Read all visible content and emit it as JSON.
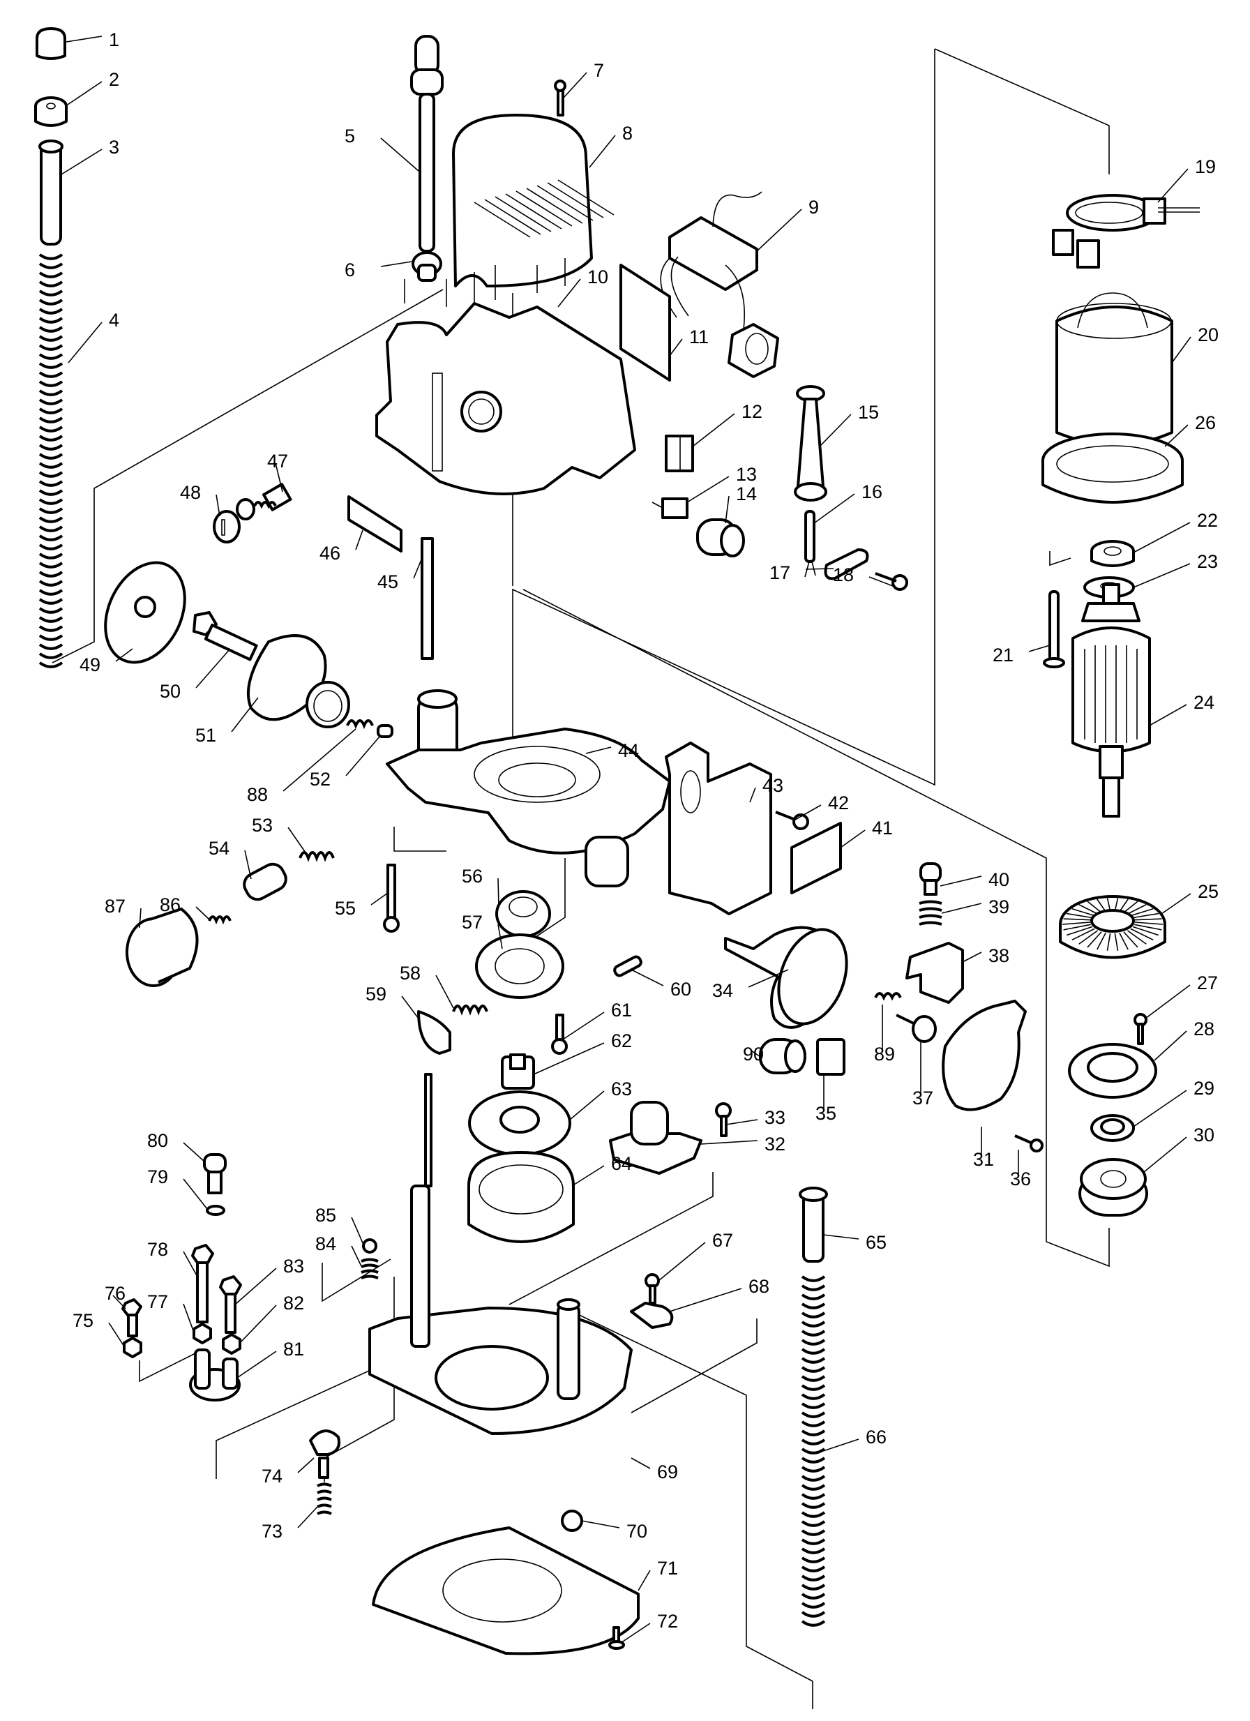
{
  "diagram": {
    "type": "exploded-parts-diagram",
    "background": "#ffffff",
    "line_color": "#000000",
    "parts": [
      {
        "no": "1",
        "shape": "cap"
      },
      {
        "no": "2",
        "shape": "knurled-nut"
      },
      {
        "no": "3",
        "shape": "pipe"
      },
      {
        "no": "4",
        "shape": "long-spring"
      },
      {
        "no": "5",
        "shape": "threaded-rod-with-knob"
      },
      {
        "no": "6",
        "shape": "bushing"
      },
      {
        "no": "7",
        "shape": "screw"
      },
      {
        "no": "8",
        "shape": "top-cover-with-vents"
      },
      {
        "no": "9",
        "shape": "controller-with-wires"
      },
      {
        "no": "10",
        "shape": "motor-housing"
      },
      {
        "no": "11",
        "shape": "label-plate"
      },
      {
        "no": "12",
        "shape": "terminal-block"
      },
      {
        "no": "13",
        "shape": "noise-suppressor"
      },
      {
        "no": "14",
        "shape": "ferrite-core"
      },
      {
        "no": "15",
        "shape": "cord-guard"
      },
      {
        "no": "16",
        "shape": "cord"
      },
      {
        "no": "17",
        "shape": "strain-relief"
      },
      {
        "no": "18",
        "shape": "screw"
      },
      {
        "no": "19",
        "shape": "brush-holder"
      },
      {
        "no": "20",
        "shape": "field-stator"
      },
      {
        "no": "21",
        "shape": "long-screw"
      },
      {
        "no": "22",
        "shape": "ball-bearing"
      },
      {
        "no": "23",
        "shape": "bearing-retainer"
      },
      {
        "no": "24",
        "shape": "armature"
      },
      {
        "no": "25",
        "shape": "fan"
      },
      {
        "no": "26",
        "shape": "baffle-plate"
      },
      {
        "no": "27",
        "shape": "screw"
      },
      {
        "no": "28",
        "shape": "bearing-retainer-plate"
      },
      {
        "no": "29",
        "shape": "washer"
      },
      {
        "no": "30",
        "shape": "ball-bearing"
      },
      {
        "no": "31",
        "shape": "switch-cover"
      },
      {
        "no": "32",
        "shape": "flange-boss"
      },
      {
        "no": "33",
        "shape": "screw"
      },
      {
        "no": "34",
        "shape": "handle-section"
      },
      {
        "no": "35",
        "shape": "switch"
      },
      {
        "no": "36",
        "shape": "screw"
      },
      {
        "no": "37",
        "shape": "screw-with-washer"
      },
      {
        "no": "38",
        "shape": "switch-lever"
      },
      {
        "no": "39",
        "shape": "spring"
      },
      {
        "no": "40",
        "shape": "lock-button"
      },
      {
        "no": "41",
        "shape": "label-plate"
      },
      {
        "no": "42",
        "shape": "screw"
      },
      {
        "no": "43",
        "shape": "handle-cover"
      },
      {
        "no": "44",
        "shape": "gear-housing"
      },
      {
        "no": "45",
        "shape": "scale-strip"
      },
      {
        "no": "46",
        "shape": "name-plate"
      },
      {
        "no": "47",
        "shape": "carbon-brush"
      },
      {
        "no": "48",
        "shape": "brush-cap"
      },
      {
        "no": "49",
        "shape": "knob-grip"
      },
      {
        "no": "50",
        "shape": "hex-bolt"
      },
      {
        "no": "51",
        "shape": "handle-knob"
      },
      {
        "no": "52",
        "shape": "pin"
      },
      {
        "no": "53",
        "shape": "compression-spring"
      },
      {
        "no": "54",
        "shape": "lock-pin"
      },
      {
        "no": "55",
        "shape": "screw"
      },
      {
        "no": "56",
        "shape": "bearing-seal"
      },
      {
        "no": "57",
        "shape": "bearing-plate"
      },
      {
        "no": "58",
        "shape": "compression-spring"
      },
      {
        "no": "59",
        "shape": "shaft-lock"
      },
      {
        "no": "60",
        "shape": "pin"
      },
      {
        "no": "61",
        "shape": "screw"
      },
      {
        "no": "62",
        "shape": "collet-cone"
      },
      {
        "no": "63",
        "shape": "ring-plate"
      },
      {
        "no": "64",
        "shape": "chip-guard"
      },
      {
        "no": "65",
        "shape": "pole"
      },
      {
        "no": "66",
        "shape": "long-spring"
      },
      {
        "no": "67",
        "shape": "screw"
      },
      {
        "no": "68",
        "shape": "wing-bolt"
      },
      {
        "no": "69",
        "shape": "base"
      },
      {
        "no": "70",
        "shape": "retaining-ring"
      },
      {
        "no": "71",
        "shape": "base-plate"
      },
      {
        "no": "72",
        "shape": "countersunk-screw"
      },
      {
        "no": "73",
        "shape": "spring"
      },
      {
        "no": "74",
        "shape": "wing-bolt"
      },
      {
        "no": "75",
        "shape": "hex-nut"
      },
      {
        "no": "76",
        "shape": "hex-bolt"
      },
      {
        "no": "77",
        "shape": "hex-nut"
      },
      {
        "no": "78",
        "shape": "hex-bolt"
      },
      {
        "no": "79",
        "shape": "o-ring"
      },
      {
        "no": "80",
        "shape": "stopper-screw"
      },
      {
        "no": "81",
        "shape": "stopper-block"
      },
      {
        "no": "82",
        "shape": "hex-nut"
      },
      {
        "no": "83",
        "shape": "hex-bolt"
      },
      {
        "no": "84",
        "shape": "spring"
      },
      {
        "no": "85",
        "shape": "steel-ball"
      },
      {
        "no": "86",
        "shape": "compression-spring"
      },
      {
        "no": "87",
        "shape": "knob"
      },
      {
        "no": "88",
        "shape": "compression-spring"
      },
      {
        "no": "89",
        "shape": "compression-spring"
      },
      {
        "no": "90",
        "shape": "ferrite-core"
      }
    ]
  }
}
